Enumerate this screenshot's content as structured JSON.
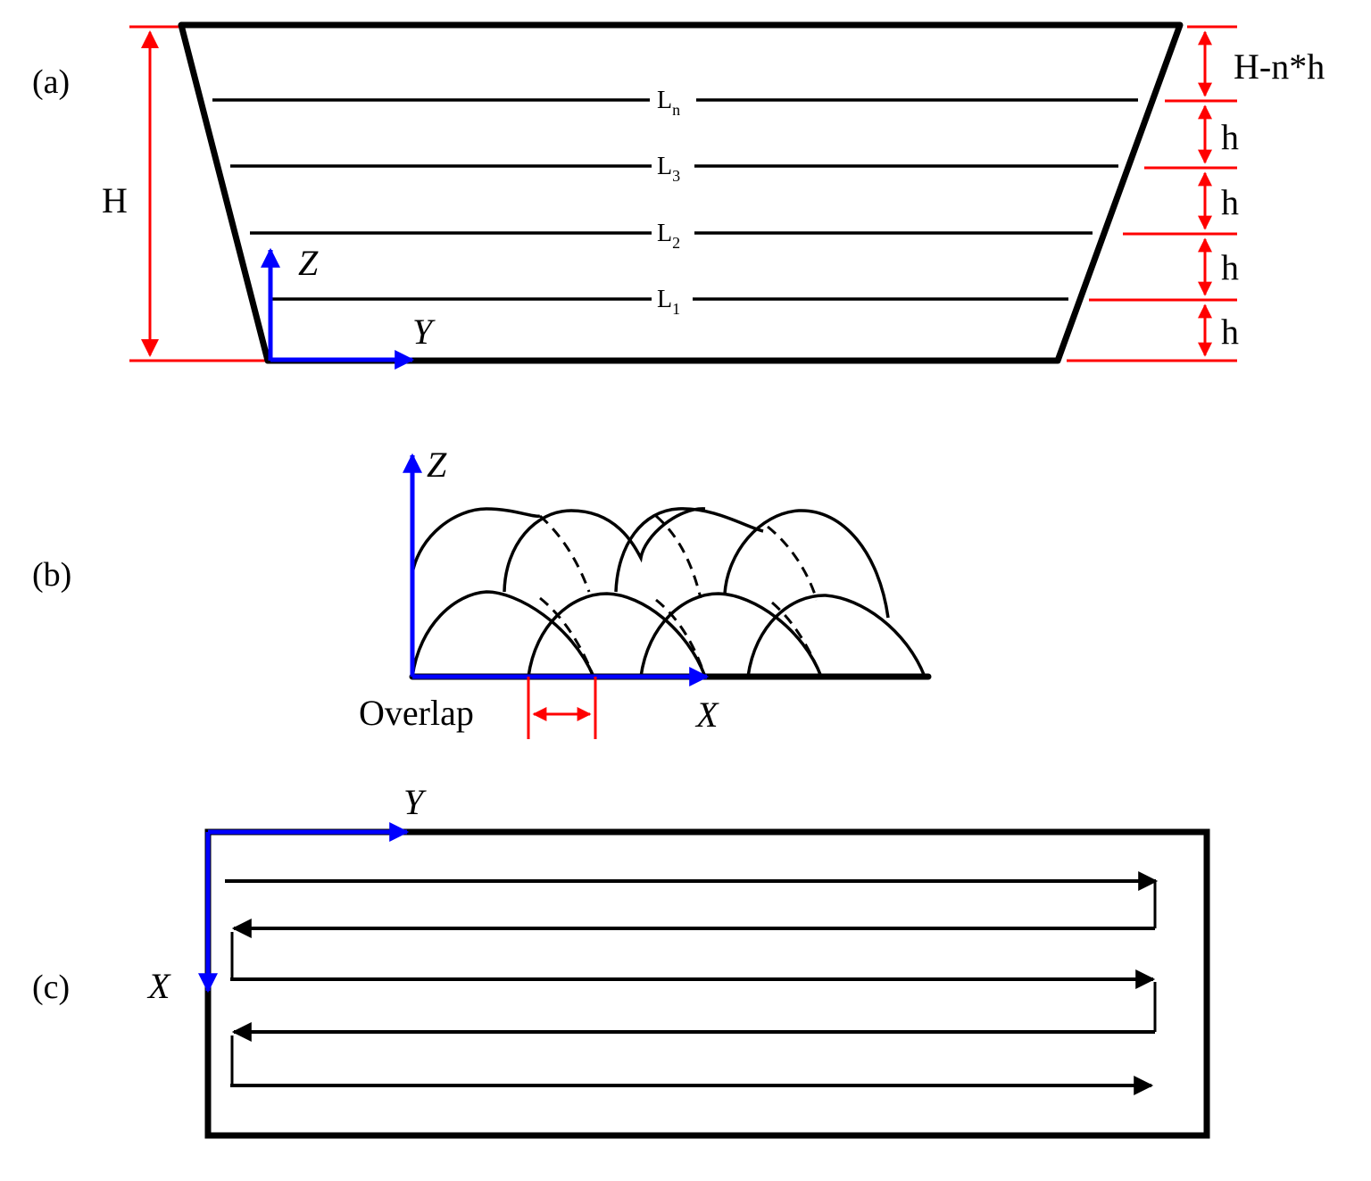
{
  "colors": {
    "outline": "#000000",
    "dimension": "#ff0000",
    "axis": "#0000ff"
  },
  "panel_a": {
    "label": "(a)",
    "height_label": "H",
    "top_gap_label": "H-n*h",
    "layer_height_label": "h",
    "layers": [
      {
        "name": "L",
        "sub": "n"
      },
      {
        "name": "L",
        "sub": "3"
      },
      {
        "name": "L",
        "sub": "2"
      },
      {
        "name": "L",
        "sub": "1"
      }
    ],
    "axis_z": "Z",
    "axis_y": "Y"
  },
  "panel_b": {
    "label": "(b)",
    "axis_z": "Z",
    "axis_x": "X",
    "overlap_label": "Overlap"
  },
  "panel_c": {
    "label": "(c)",
    "axis_y": "Y",
    "axis_x": "X"
  }
}
